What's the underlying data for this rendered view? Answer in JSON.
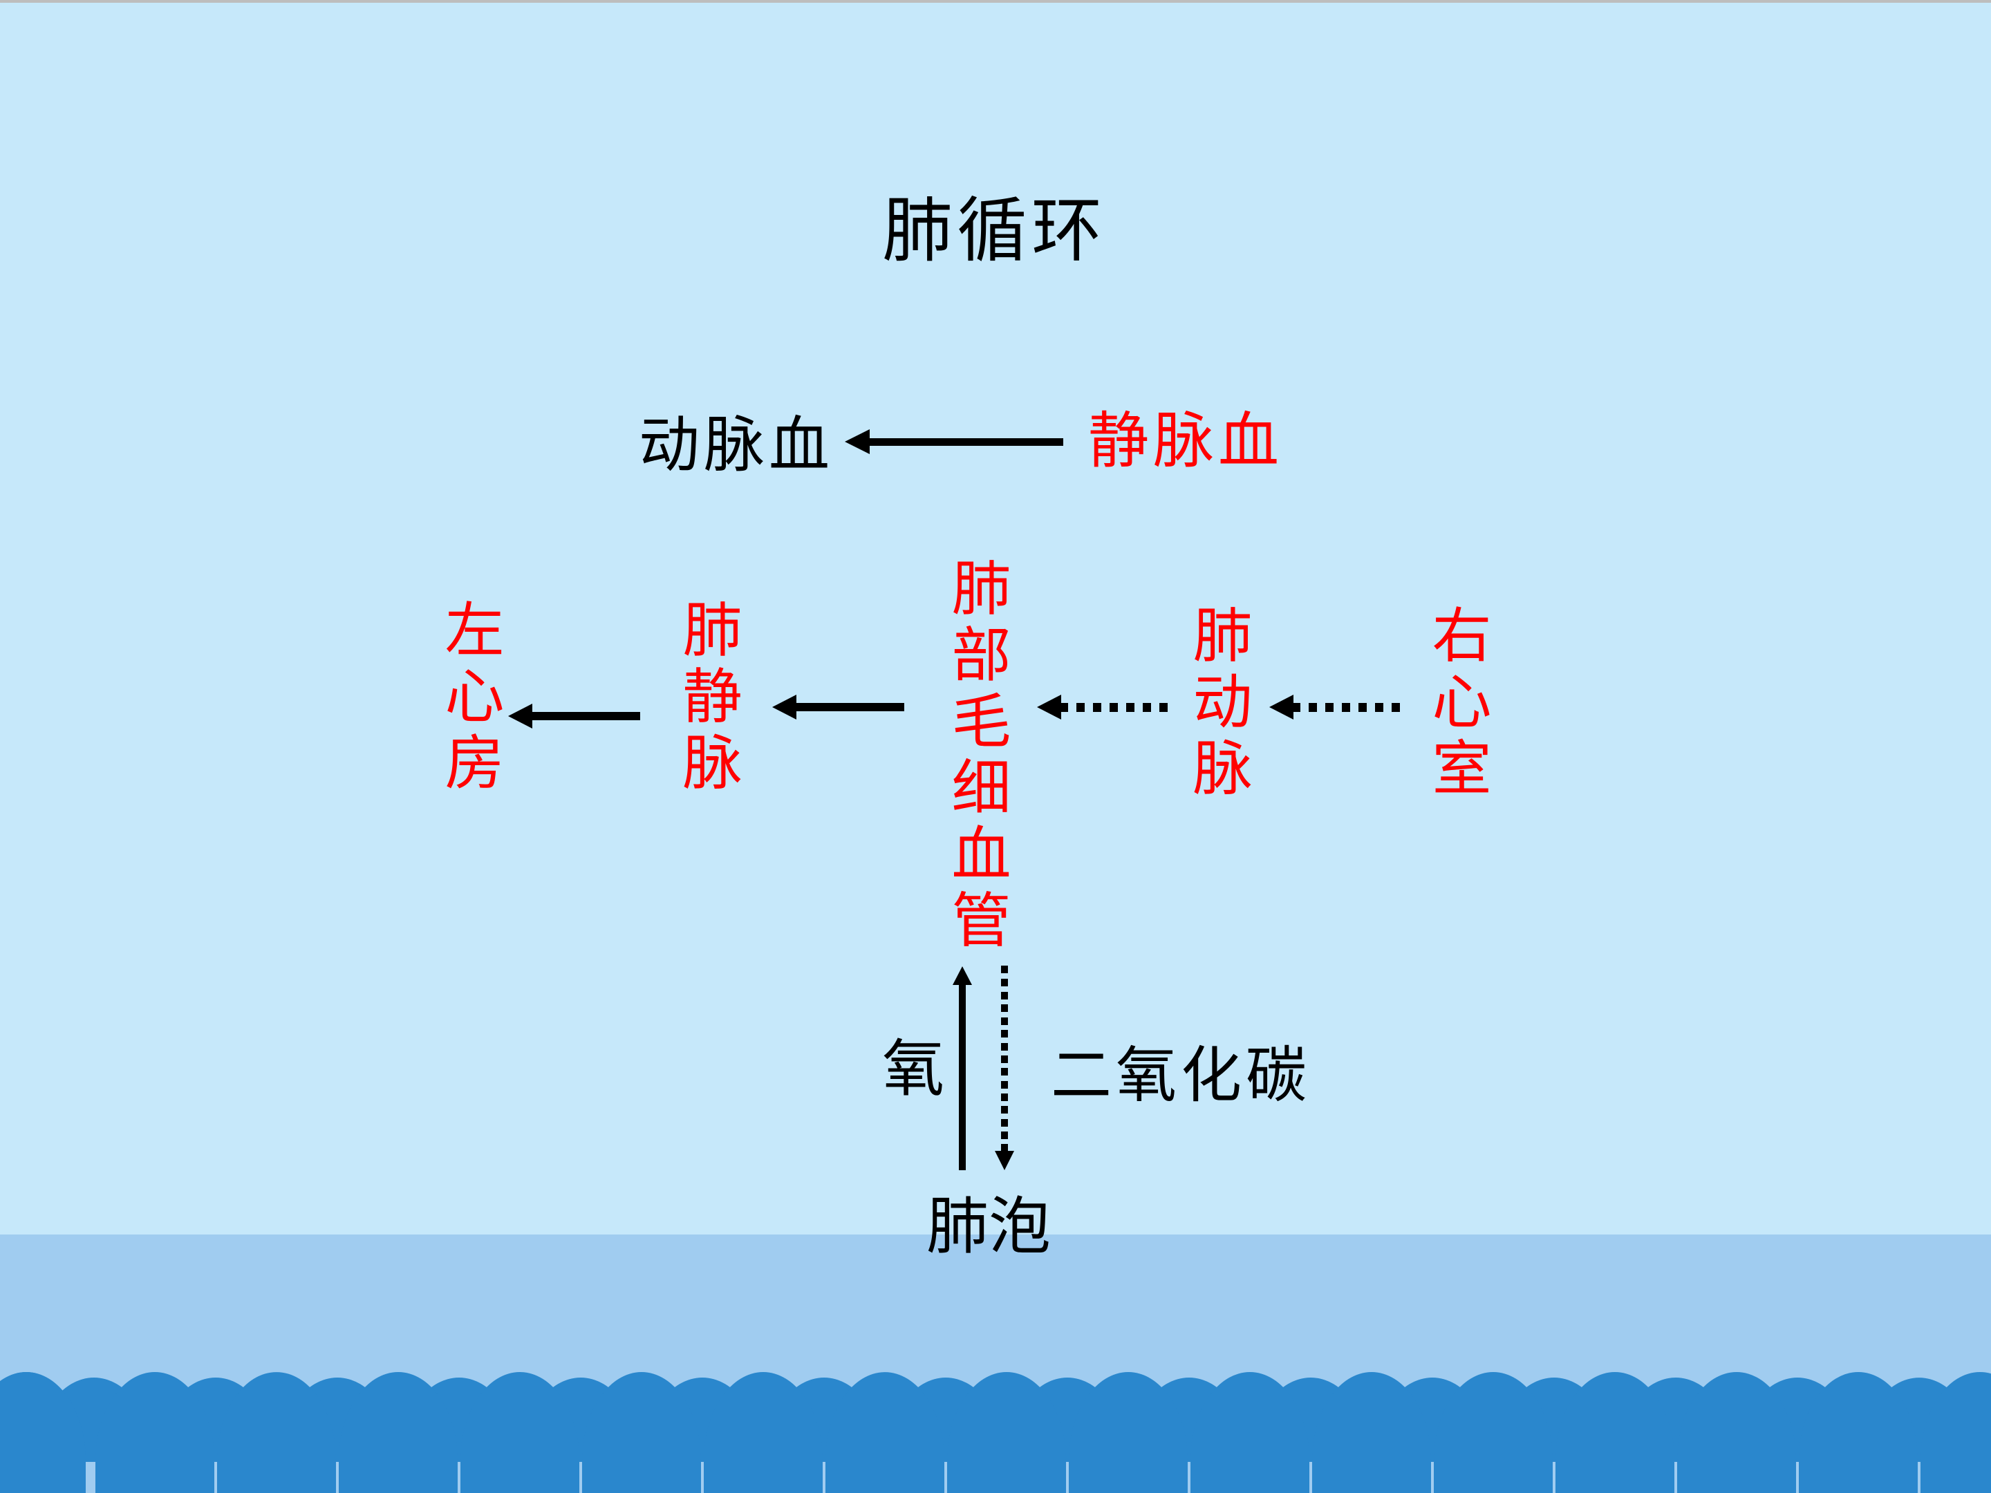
{
  "title": "肺循环",
  "blood_change": {
    "from_label": "静脉血",
    "to_label": "动脉血",
    "arrow": "solid-left"
  },
  "pathway": {
    "nodes": [
      {
        "id": "left_atrium",
        "label": "左心房",
        "color": "#FF0000"
      },
      {
        "id": "pulmonary_vein",
        "label": "肺静脉",
        "color": "#FF0000"
      },
      {
        "id": "pulmonary_capillaries",
        "label": "肺部毛细血管",
        "color": "#FF0000"
      },
      {
        "id": "pulmonary_artery",
        "label": "肺动脉",
        "color": "#FF0000"
      },
      {
        "id": "right_ventricle",
        "label": "右心室",
        "color": "#FF0000"
      }
    ],
    "edges": [
      {
        "from": "right_ventricle",
        "to": "pulmonary_artery",
        "style": "dotted"
      },
      {
        "from": "pulmonary_artery",
        "to": "pulmonary_capillaries",
        "style": "dotted"
      },
      {
        "from": "pulmonary_capillaries",
        "to": "pulmonary_vein",
        "style": "solid"
      },
      {
        "from": "pulmonary_vein",
        "to": "left_atrium",
        "style": "solid"
      }
    ]
  },
  "gas_exchange": {
    "oxygen_label": "氧",
    "co2_label": "二氧化碳",
    "alveoli_label": "肺泡",
    "oxygen_arrow": "solid-up",
    "co2_arrow": "dotted-down"
  },
  "colors": {
    "background": "#C6E8FA",
    "band": "#A0CCF0",
    "scallop": "#2A87CD",
    "highlight_text": "#FF0000",
    "normal_text": "#000000"
  }
}
